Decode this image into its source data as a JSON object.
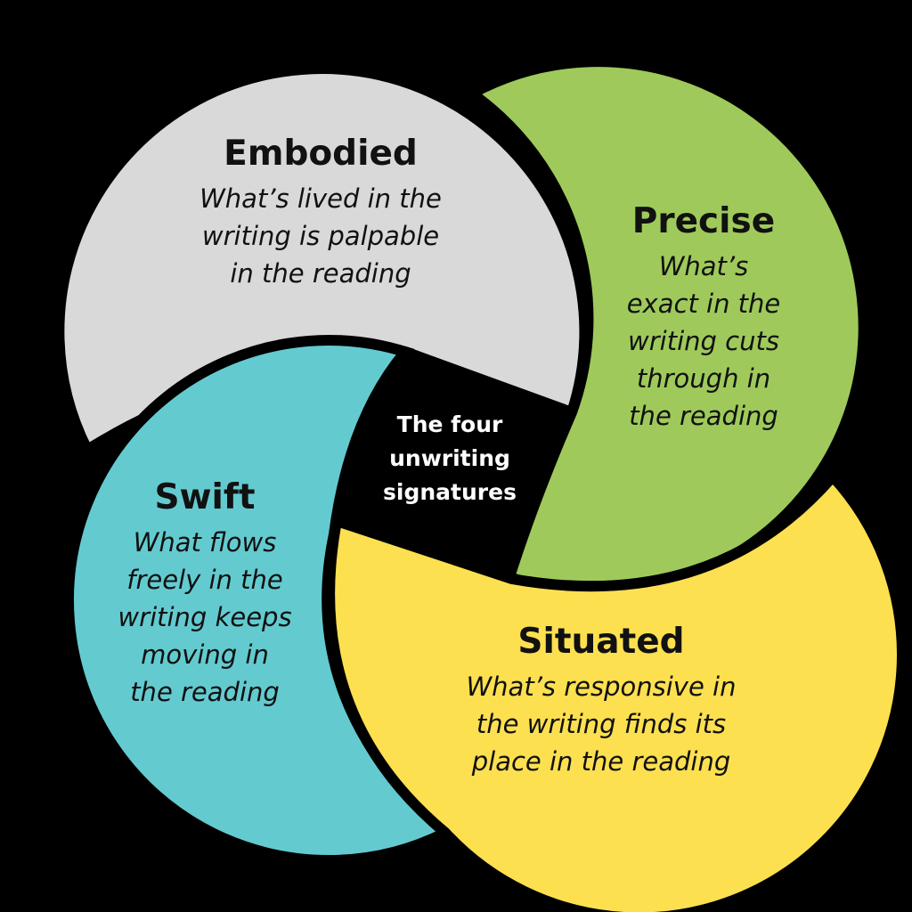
{
  "center_label": "The four\nunwriting\nsignatures",
  "segments": [
    {
      "id": "embodied",
      "title": "Embodied",
      "description": "What’s lived in the\nwriting is palpable\nin the reading",
      "color": "#d9d9d9"
    },
    {
      "id": "precise",
      "title": "Precise",
      "description": "What’s\nexact in the\nwriting cuts\nthrough in\nthe reading",
      "color": "#9fca5b"
    },
    {
      "id": "swift",
      "title": "Swift",
      "description": "What flows\nfreely in the\nwriting keeps\nmoving in\nthe reading",
      "color": "#63cbd0"
    },
    {
      "id": "situated",
      "title": "Situated",
      "description": "What’s responsive in\nthe writing finds its\nplace in the reading",
      "color": "#fde050"
    }
  ]
}
